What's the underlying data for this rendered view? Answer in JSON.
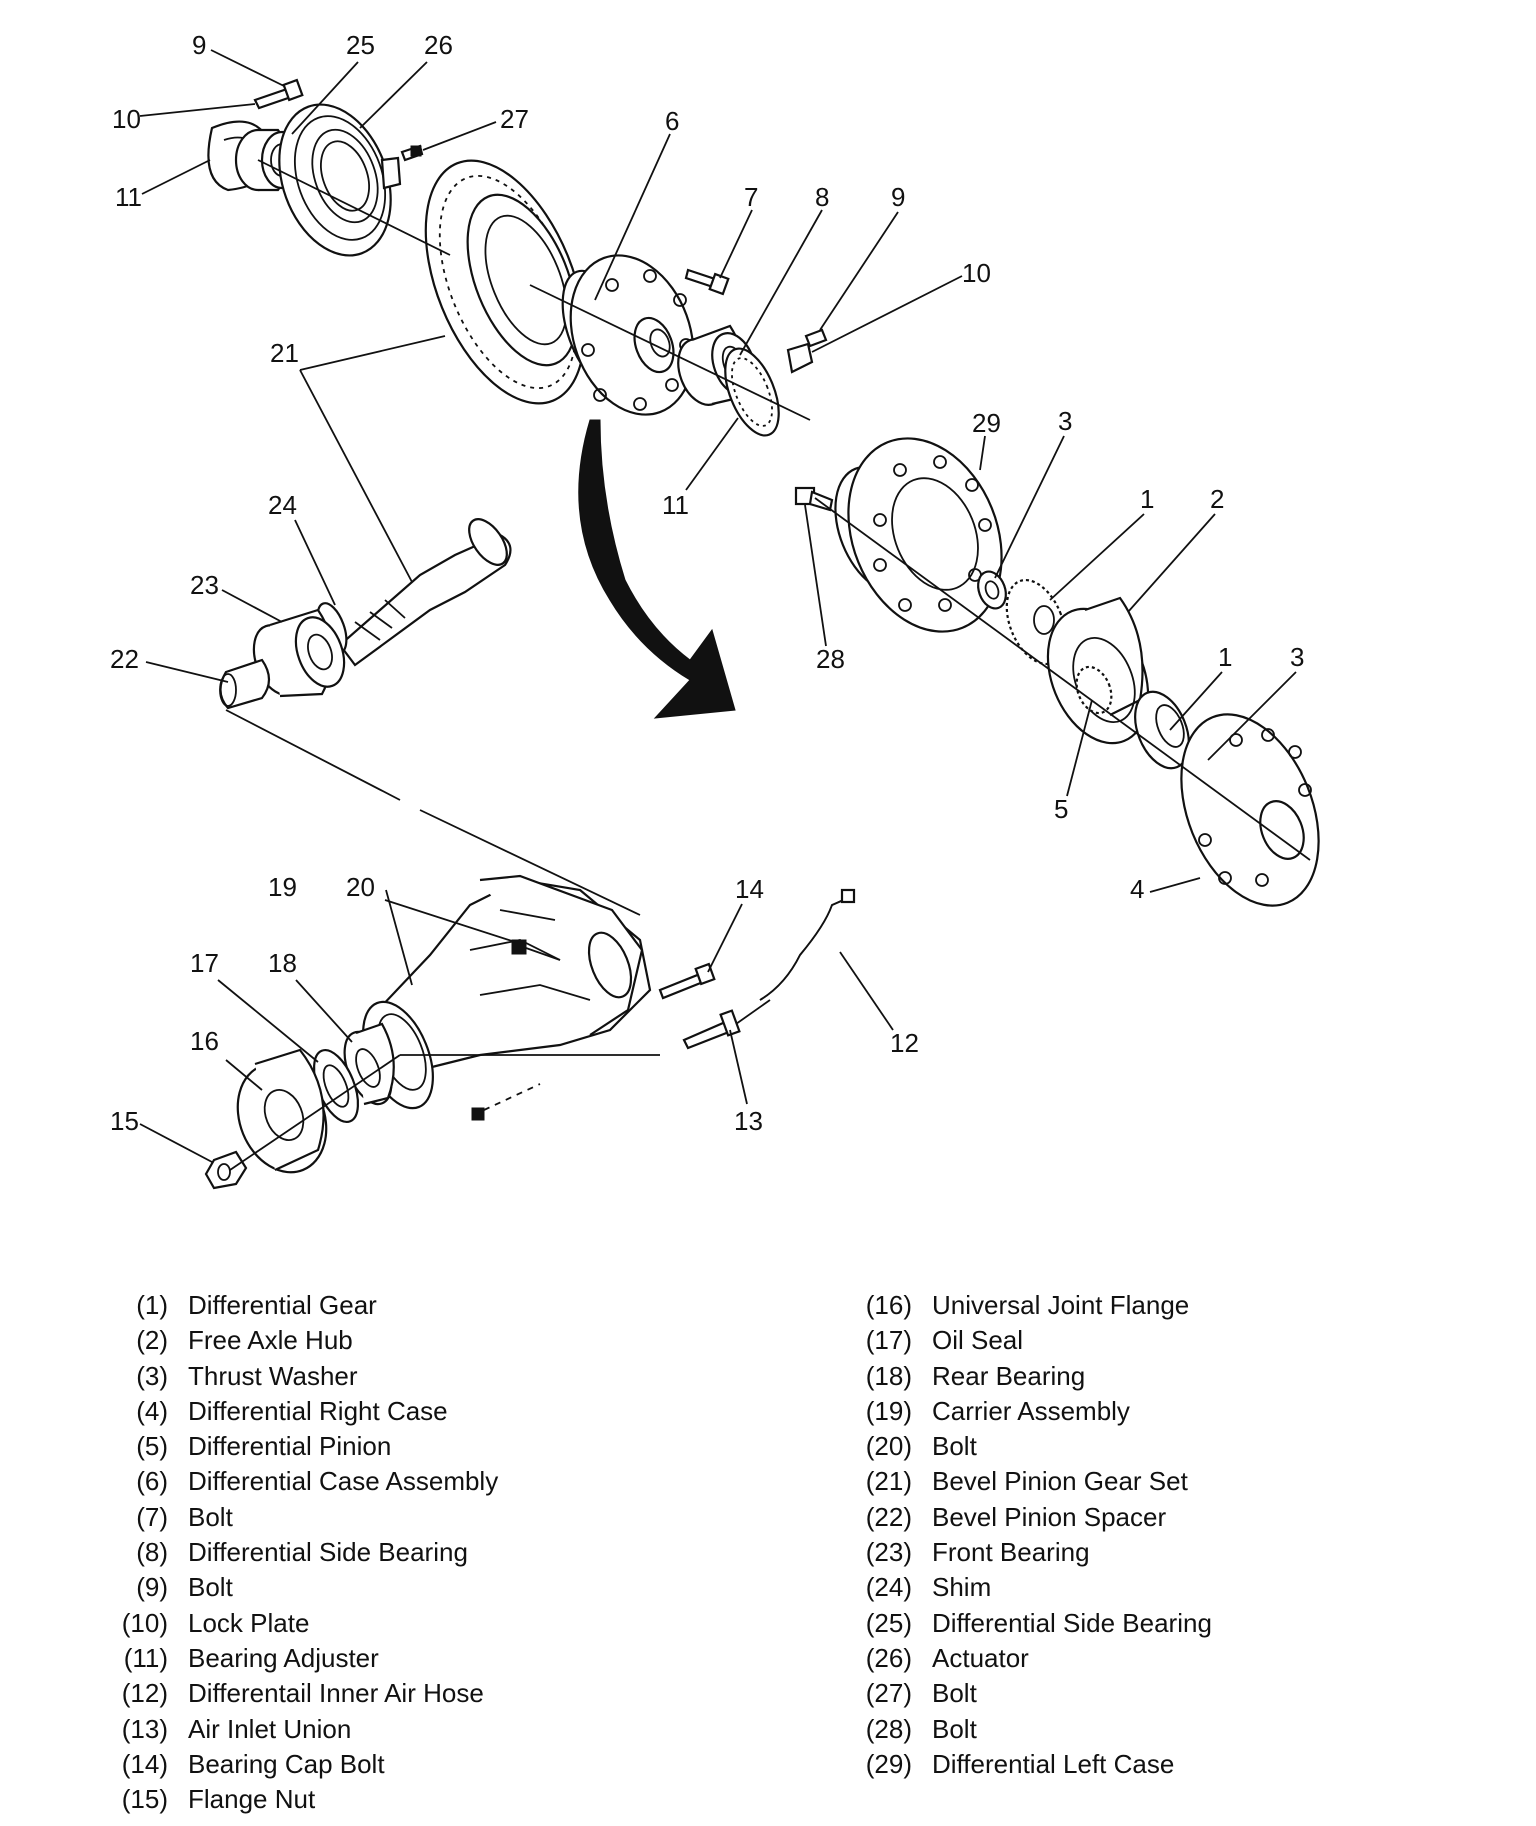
{
  "callouts": [
    "1",
    "2",
    "3",
    "4",
    "5",
    "6",
    "7",
    "8",
    "9",
    "10",
    "11",
    "12",
    "13",
    "14",
    "15",
    "16",
    "17",
    "18",
    "19",
    "20",
    "21",
    "22",
    "23",
    "24",
    "25",
    "26",
    "27",
    "28",
    "29"
  ],
  "legend_left": [
    {
      "num": "(1)",
      "name": "Differential Gear"
    },
    {
      "num": "(2)",
      "name": "Free Axle Hub"
    },
    {
      "num": "(3)",
      "name": "Thrust Washer"
    },
    {
      "num": "(4)",
      "name": "Differential Right Case"
    },
    {
      "num": "(5)",
      "name": "Differential Pinion"
    },
    {
      "num": "(6)",
      "name": "Differential Case Assembly"
    },
    {
      "num": "(7)",
      "name": "Bolt"
    },
    {
      "num": "(8)",
      "name": "Differential Side Bearing"
    },
    {
      "num": "(9)",
      "name": "Bolt"
    },
    {
      "num": "(10)",
      "name": "Lock Plate"
    },
    {
      "num": "(11)",
      "name": "Bearing Adjuster"
    },
    {
      "num": "(12)",
      "name": "Differentail Inner Air Hose"
    },
    {
      "num": "(13)",
      "name": "Air Inlet Union"
    },
    {
      "num": "(14)",
      "name": "Bearing Cap Bolt"
    },
    {
      "num": "(15)",
      "name": "Flange Nut"
    }
  ],
  "legend_right": [
    {
      "num": "(16)",
      "name": "Universal Joint Flange"
    },
    {
      "num": "(17)",
      "name": "Oil Seal"
    },
    {
      "num": "(18)",
      "name": "Rear Bearing"
    },
    {
      "num": "(19)",
      "name": "Carrier Assembly"
    },
    {
      "num": "(20)",
      "name": "Bolt"
    },
    {
      "num": "(21)",
      "name": "Bevel Pinion Gear Set"
    },
    {
      "num": "(22)",
      "name": "Bevel Pinion Spacer"
    },
    {
      "num": "(23)",
      "name": "Front Bearing"
    },
    {
      "num": "(24)",
      "name": "Shim"
    },
    {
      "num": "(25)",
      "name": "Differential Side Bearing"
    },
    {
      "num": "(26)",
      "name": "Actuator"
    },
    {
      "num": "(27)",
      "name": "Bolt"
    },
    {
      "num": "(28)",
      "name": "Bolt"
    },
    {
      "num": "(29)",
      "name": "Differential Left Case"
    }
  ]
}
